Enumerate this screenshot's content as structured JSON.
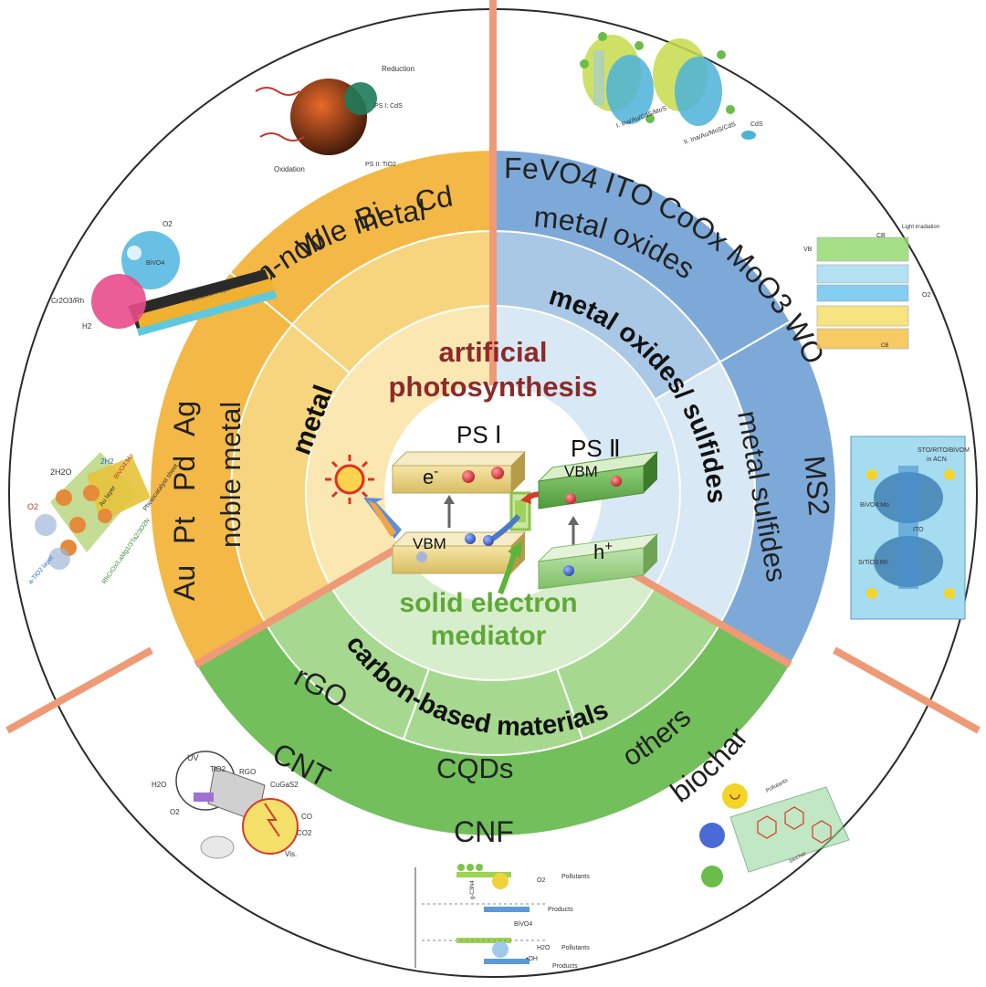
{
  "center": {
    "title_line1": "artificial",
    "title_line2": "photosynthesis",
    "ps1": "PS Ⅰ",
    "ps2": "PS Ⅱ",
    "electron": "e",
    "electron_sup": "-",
    "vbm_left": "VBM",
    "vbm_right": "VBM",
    "hole": "h",
    "hole_sup": "+",
    "mediator_line1": "solid electron",
    "mediator_line2": "mediator"
  },
  "metal": {
    "label": "metal",
    "noble": {
      "label": "noble metal",
      "examples": [
        "Au",
        "Pt",
        "Pd",
        "Ag"
      ]
    },
    "non_noble": {
      "label": "non-noble metal",
      "examples": [
        "Cu",
        "W",
        "Bi",
        "Cd"
      ]
    }
  },
  "oxides": {
    "label": "metal oxides/ sulfides",
    "oxide": {
      "label": "metal oxides",
      "examples": "FeVO4 ITO CoOx MoO3 WO3"
    },
    "sulfide": {
      "label": "metal sulfides",
      "example": "MS2"
    }
  },
  "carbon": {
    "label": "carbon-based materials",
    "inner": [
      "rGO",
      "CQDs",
      "others"
    ],
    "outer": [
      "CNT",
      "CNF",
      "biochar"
    ]
  },
  "thumbnails": {
    "top_left": {
      "labels": [
        "Reduction",
        "Oxidation",
        "PS I: CdS",
        "PS II: TiO2"
      ]
    },
    "upper_left": {
      "labels": [
        "H2",
        "O2",
        "Cr2O3/Rh",
        "BiVO4",
        "Conductive layer"
      ]
    },
    "left": {
      "labels": [
        "2H2",
        "2H2O",
        "O2",
        "Au layer",
        "BiVO4:Mo",
        "a-TiO2 layer",
        "RhCrOx/LaMg1/3Ta2/3O2N",
        "Photocatalyst sheet"
      ]
    },
    "top_right": {
      "labels": [
        "I. Ina/Au/CdS/MoS",
        "II. Ina/Au/MoS/CdS",
        "CdS"
      ]
    },
    "right_upper": {
      "labels": [
        "CB",
        "VB",
        "Light irradiation",
        "O2",
        "CB"
      ]
    },
    "right": {
      "labels": [
        "STO/RITO/BiVOM",
        "in ACN",
        "ITO",
        "SrTiO3:Rh",
        "BiVO4:Mo"
      ]
    },
    "bottom_left": {
      "labels": [
        "UV",
        "TiO2",
        "RGO",
        "CuGaS2",
        "H2O",
        "O2",
        "CO",
        "CO2",
        "Vis."
      ]
    },
    "bottom_center": {
      "labels": [
        "O2",
        "Pollutants",
        "Products",
        "BiVO4",
        "H2O",
        "•OH",
        "Pollutants",
        "Products",
        "g-C3N4"
      ]
    },
    "bottom_right": {
      "labels": [
        "Pollutants",
        "biochar"
      ]
    }
  },
  "colors": {
    "metal_outer": "#f3b845",
    "metal_mid": "#f7d57e",
    "metal_inner": "#fbe7b2",
    "oxide_outer": "#7da9d8",
    "oxide_mid": "#a9c8e6",
    "oxide_inner": "#d9e8f5",
    "carbon_outer": "#73bf5b",
    "carbon_mid": "#a6d98f",
    "carbon_inner": "#d6eecb",
    "divider": "#ef9a76",
    "title_color": "#8c2a2a",
    "mediator_color": "#5fa838"
  }
}
